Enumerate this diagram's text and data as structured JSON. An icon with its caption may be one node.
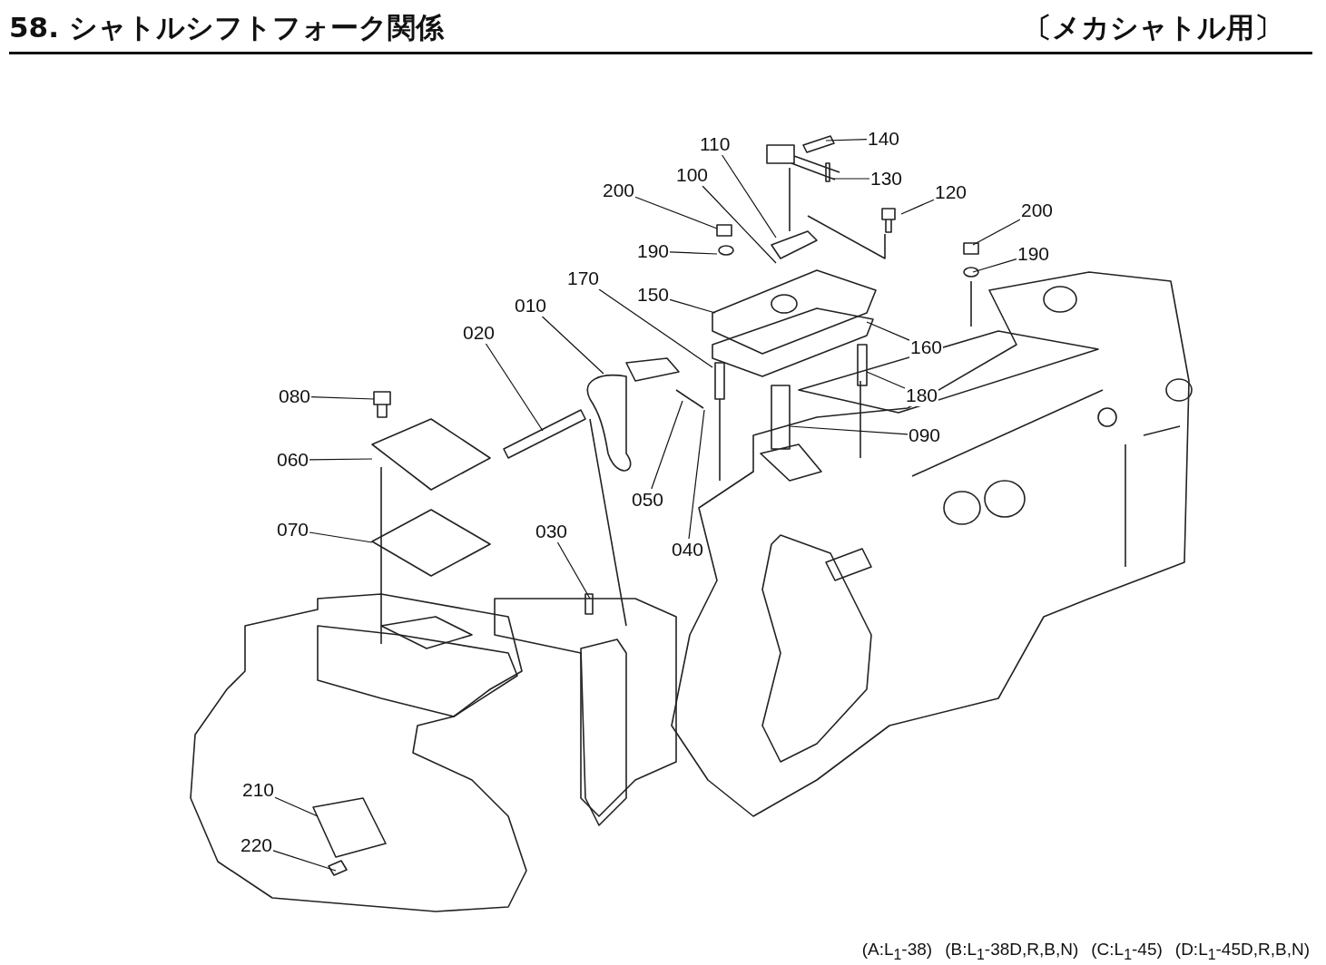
{
  "diagram": {
    "title": "58. シャトルシフトフォーク関係",
    "nodes": [
      {
        "text": [
          "110"
        ]
      },
      {
        "text": [
          "140"
        ]
      },
      {
        "text": [
          "100"
        ]
      },
      {
        "text": [
          "130"
        ]
      },
      {
        "text": [
          "200"
        ]
      },
      {
        "text": [
          "120"
        ]
      },
      {
        "text": [
          "200"
        ]
      },
      {
        "text": [
          "190"
        ]
      },
      {
        "text": [
          "190"
        ]
      },
      {
        "text": [
          "170"
        ]
      },
      {
        "text": [
          "150"
        ]
      },
      {
        "text": [
          "010"
        ]
      },
      {
        "text": [
          "020"
        ]
      },
      {
        "text": [
          "160"
        ]
      },
      {
        "text": [
          "080"
        ]
      },
      {
        "text": [
          "180"
        ]
      },
      {
        "text": [
          "090"
        ]
      },
      {
        "text": [
          "060"
        ]
      },
      {
        "text": [
          "050"
        ]
      },
      {
        "text": [
          "070"
        ]
      },
      {
        "text": [
          "030"
        ]
      },
      {
        "text": [
          "040"
        ]
      },
      {
        "text": [
          "210"
        ]
      },
      {
        "text": [
          "220"
        ]
      }
    ],
    "edges": [
      {
        "from": 0,
        "to": null,
        "arrow": "none"
      },
      {
        "from": 1,
        "to": null,
        "arrow": "none"
      },
      {
        "from": 2,
        "to": null,
        "arrow": "none"
      },
      {
        "from": 3,
        "to": null,
        "arrow": "none"
      },
      {
        "from": 4,
        "to": null,
        "arrow": "none"
      },
      {
        "from": 5,
        "to": null,
        "arrow": "none"
      },
      {
        "from": 6,
        "to": null,
        "arrow": "none"
      },
      {
        "from": 7,
        "to": null,
        "arrow": "none"
      },
      {
        "from": 8,
        "to": null,
        "arrow": "none"
      },
      {
        "from": 9,
        "to": null,
        "arrow": "none"
      },
      {
        "from": 10,
        "to": null,
        "arrow": "none"
      },
      {
        "from": 11,
        "to": null,
        "arrow": "none"
      },
      {
        "from": 12,
        "to": null,
        "arrow": "none"
      },
      {
        "from": 13,
        "to": null,
        "arrow": "none"
      },
      {
        "from": 14,
        "to": null,
        "arrow": "none"
      },
      {
        "from": 15,
        "to": null,
        "arrow": "none"
      },
      {
        "from": 16,
        "to": null,
        "arrow": "none"
      },
      {
        "from": 17,
        "to": null,
        "arrow": "none"
      },
      {
        "from": 18,
        "to": null,
        "arrow": "none"
      },
      {
        "from": 19,
        "to": null,
        "arrow": "none"
      },
      {
        "from": 20,
        "to": null,
        "arrow": "none"
      },
      {
        "from": 21,
        "to": null,
        "arrow": "none"
      },
      {
        "from": 22,
        "to": null,
        "arrow": "none"
      },
      {
        "from": 23,
        "to": null,
        "arrow": "none"
      }
    ],
    "labels": [
      "〔メカシャトル用〕",
      "(A:L$_{1}$-38)",
      "(B:L$_{1}$-38D,R,B,N)",
      "(C:L$_{1}$-45)",
      "(D:L$_{1}$-45D,R,B,N)"
    ]
  }
}
